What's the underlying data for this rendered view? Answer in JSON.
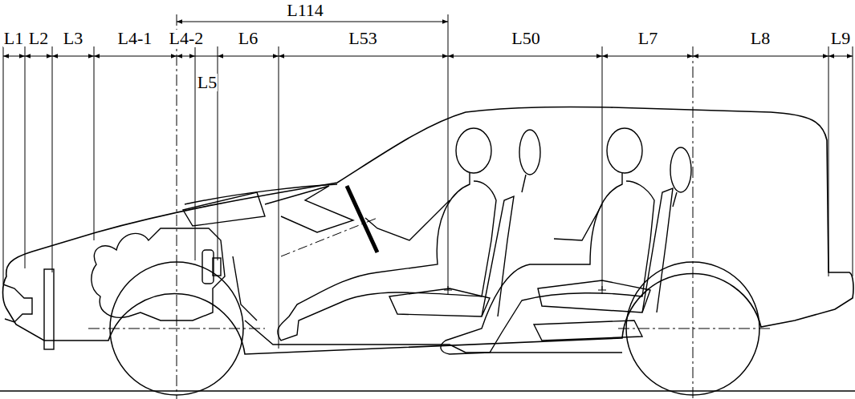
{
  "diagram": {
    "labels": [
      "L114",
      "L1",
      "L2",
      "L3",
      "L4-1",
      "L4-2",
      "L6",
      "L53",
      "L50",
      "L7",
      "L8",
      "L9",
      "L5"
    ]
  }
}
